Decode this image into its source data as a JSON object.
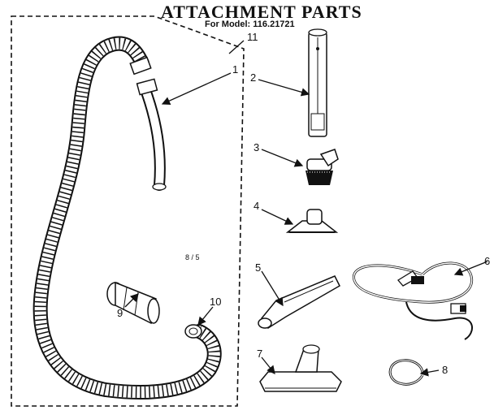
{
  "header": {
    "title": "ATTACHMENT PARTS",
    "subtitle": "For Model: 116.21721"
  },
  "callouts": {
    "c1": "1",
    "c2": "2",
    "c3": "3",
    "c4": "4",
    "c5": "5",
    "c6": "6",
    "c7": "7",
    "c8": "8",
    "c9": "9",
    "c10": "10",
    "c11": "11"
  },
  "note": "8 / 5",
  "colors": {
    "line": "#111111",
    "background": "#ffffff"
  }
}
